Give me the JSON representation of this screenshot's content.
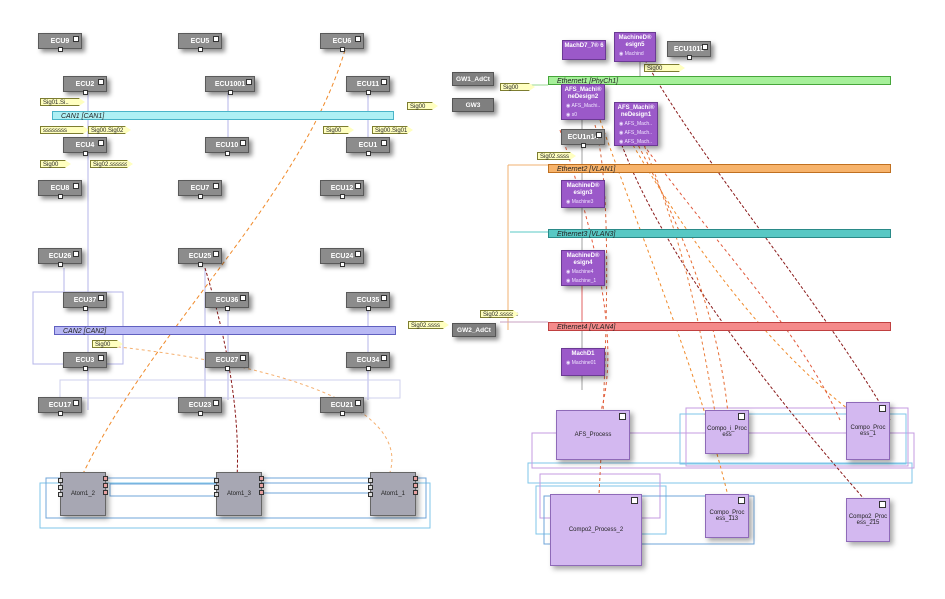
{
  "ecus": [
    {
      "id": "ECU9",
      "label": "ECU9"
    },
    {
      "id": "ECU5",
      "label": "ECU5"
    },
    {
      "id": "ECU6",
      "label": "ECU6"
    },
    {
      "id": "ECU2",
      "label": "ECU2"
    },
    {
      "id": "ECU1001",
      "label": "ECU1001"
    },
    {
      "id": "ECU11",
      "label": "ECU11"
    },
    {
      "id": "ECU4",
      "label": "ECU4"
    },
    {
      "id": "ECU10",
      "label": "ECU10"
    },
    {
      "id": "ECU1",
      "label": "ECU1"
    },
    {
      "id": "ECU8",
      "label": "ECU8"
    },
    {
      "id": "ECU7",
      "label": "ECU7"
    },
    {
      "id": "ECU12",
      "label": "ECU12"
    },
    {
      "id": "ECU26",
      "label": "ECU26"
    },
    {
      "id": "ECU25",
      "label": "ECU25"
    },
    {
      "id": "ECU24",
      "label": "ECU24"
    },
    {
      "id": "ECU37",
      "label": "ECU37"
    },
    {
      "id": "ECU36",
      "label": "ECU36"
    },
    {
      "id": "ECU35",
      "label": "ECU35"
    },
    {
      "id": "ECU3",
      "label": "ECU3"
    },
    {
      "id": "ECU27",
      "label": "ECU27"
    },
    {
      "id": "ECU34",
      "label": "ECU34"
    },
    {
      "id": "ECU17",
      "label": "ECU17"
    },
    {
      "id": "ECU23",
      "label": "ECU23"
    },
    {
      "id": "ECU21",
      "label": "ECU21"
    },
    {
      "id": "ECU1015",
      "label": "ECU1015"
    },
    {
      "id": "ECU1n14",
      "label": "ECU1n14"
    }
  ],
  "gateways": [
    {
      "id": "GW1",
      "label": "GW1_AdCt"
    },
    {
      "id": "GW3",
      "label": "GW3"
    },
    {
      "id": "GW2",
      "label": "GW2_AdCt"
    }
  ],
  "buses": [
    {
      "id": "CAN1",
      "label": "CAN1 [CAN1]",
      "color": "#aef0f4",
      "border": "#4ab4c8"
    },
    {
      "id": "CAN2",
      "label": "CAN2 [CAN2]",
      "color": "#b8b8f4",
      "border": "#6060c0"
    },
    {
      "id": "ETH1",
      "label": "Ethernet1 [PhyCh1]",
      "color": "#a6f09a",
      "border": "#46a63a"
    },
    {
      "id": "ETH2",
      "label": "Ethernet2 [VLAN1]",
      "color": "#f7b36b",
      "border": "#c07020"
    },
    {
      "id": "ETH3",
      "label": "Ethernet3 [VLAN3]",
      "color": "#58c8c4",
      "border": "#2a8a88"
    },
    {
      "id": "ETH4",
      "label": "Ethernet4 [VLAN4]",
      "color": "#f48a8a",
      "border": "#c04040"
    }
  ],
  "signals": [
    {
      "id": "s1",
      "label": "Sig01.Si.."
    },
    {
      "id": "s2",
      "label": "ssssssss"
    },
    {
      "id": "s3",
      "label": "Sig00.Sig02"
    },
    {
      "id": "s4",
      "label": "Sig00"
    },
    {
      "id": "s5",
      "label": "Sig02.ssssss"
    },
    {
      "id": "s6",
      "label": "Sig00"
    },
    {
      "id": "s7",
      "label": "Sig00.Sig01"
    },
    {
      "id": "s8",
      "label": "Sig00"
    },
    {
      "id": "s9",
      "label": "Sig00"
    },
    {
      "id": "s10",
      "label": "Sig00"
    },
    {
      "id": "s11",
      "label": "Sig02.ssss"
    },
    {
      "id": "s12",
      "label": "Sig02.ssssss"
    },
    {
      "id": "s13",
      "label": "Sig02.ssss"
    },
    {
      "id": "s14",
      "label": "Sig00"
    }
  ],
  "machines": [
    {
      "id": "MachD7",
      "title": "MachD7_7® 6",
      "items": []
    },
    {
      "id": "MD5",
      "title": "MachineD® esign5",
      "items": [
        "Machind"
      ]
    },
    {
      "id": "MD2",
      "title": "AFS_Machi® neDesign2",
      "items": [
        "AFS_Machi..",
        "s0"
      ]
    },
    {
      "id": "MD1",
      "title": "AFS_Machi® neDesign1",
      "items": [
        "AFS_Mach..",
        "AFS_Mach..",
        "AFS_Mach.."
      ]
    },
    {
      "id": "MD3",
      "title": "MachineD® esign3",
      "items": [
        "Machine3"
      ]
    },
    {
      "id": "MD4",
      "title": "MachineD® esign4",
      "items": [
        "Machine4",
        "Machine_1"
      ]
    },
    {
      "id": "MachD1",
      "title": "MachD1",
      "items": [
        "Machine01"
      ]
    }
  ],
  "components": [
    {
      "id": "AFS",
      "label": "AFS_Process"
    },
    {
      "id": "CP1",
      "label": "Compo_i_Proc ess"
    },
    {
      "id": "CP_1",
      "label": "Compo_Proc ess_1"
    },
    {
      "id": "CP2",
      "label": "Compo2_Process_2"
    },
    {
      "id": "CP113",
      "label": "Compo_Proc ess_113"
    },
    {
      "id": "CP215",
      "label": "Compo2_Proc ess_215"
    }
  ],
  "atoms": [
    {
      "id": "A12",
      "label": "Atom1_2"
    },
    {
      "id": "A13",
      "label": "Atom1_3"
    },
    {
      "id": "A11",
      "label": "Atom1_1"
    }
  ]
}
